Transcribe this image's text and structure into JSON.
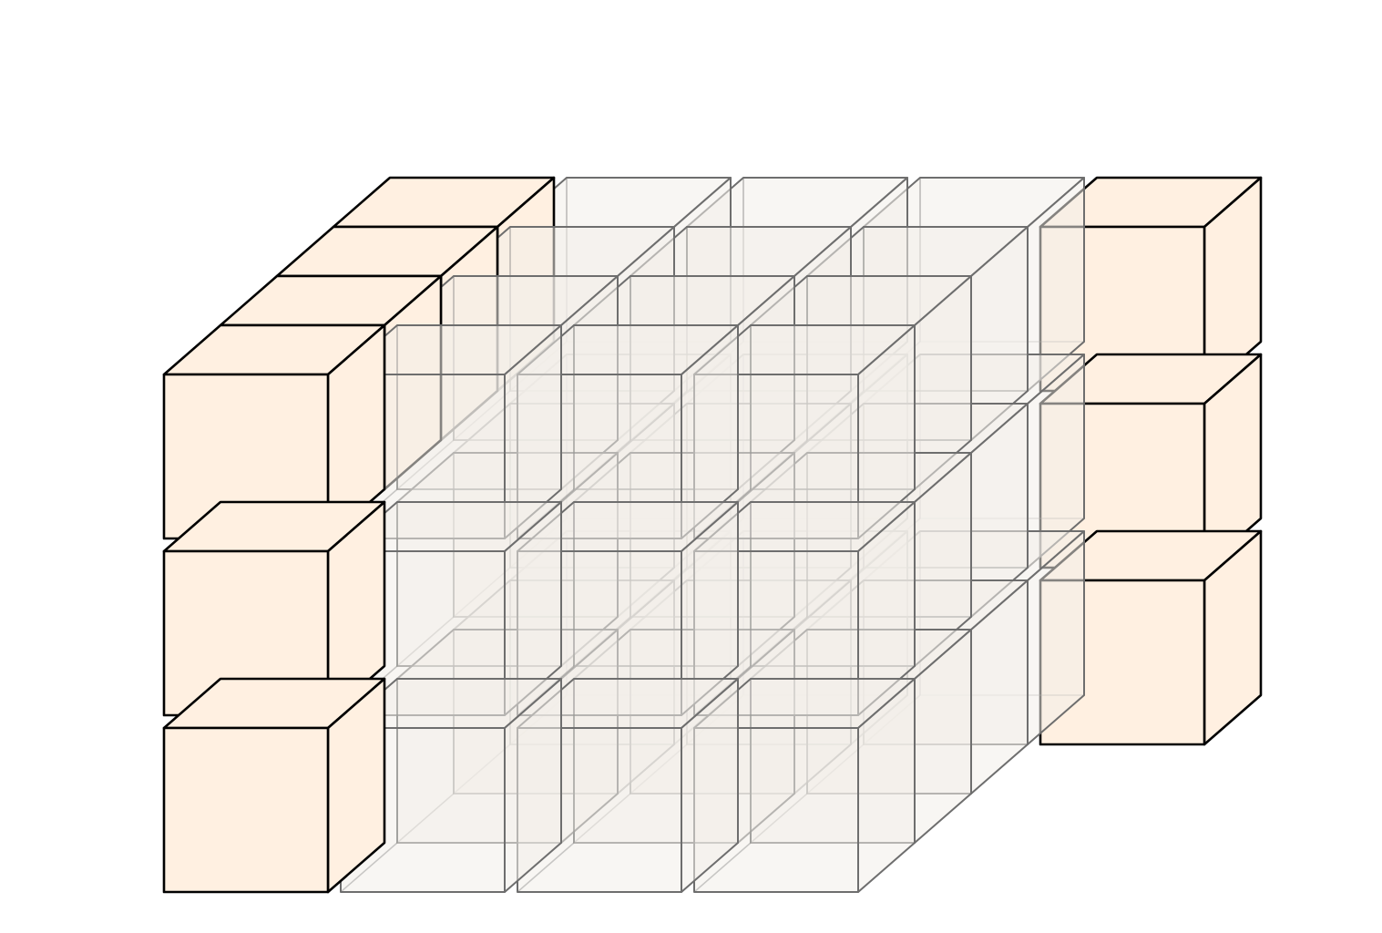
{
  "diagram": {
    "kind": "3d-cube-grid",
    "grid": {
      "columns": 5,
      "rows": 3,
      "depth": 4
    },
    "highlighted_columns": [
      0,
      4
    ],
    "colors": {
      "background": "#ffffff",
      "highlight_fill": "#fff0e1",
      "highlight_stroke": "#000000",
      "ghost_fill": "#f3efea",
      "ghost_stroke": "#6e6e6e"
    }
  }
}
